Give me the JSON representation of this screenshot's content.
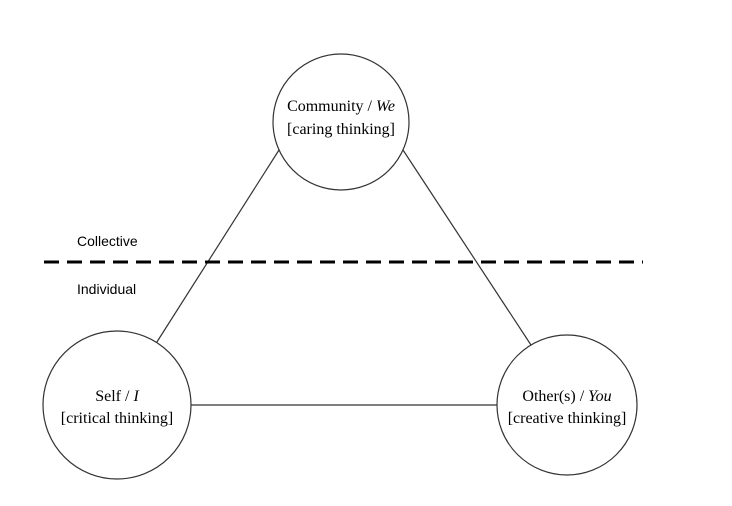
{
  "nodes": {
    "community": {
      "name": "Community / ",
      "pronoun": "We",
      "thinking": "[caring thinking]"
    },
    "self": {
      "name": "Self / ",
      "pronoun": "I",
      "thinking": "[critical thinking]"
    },
    "others": {
      "name": "Other(s) / ",
      "pronoun": "You",
      "thinking": "[creative thinking]"
    }
  },
  "divider": {
    "upper_label": "Collective",
    "lower_label": "Individual"
  }
}
